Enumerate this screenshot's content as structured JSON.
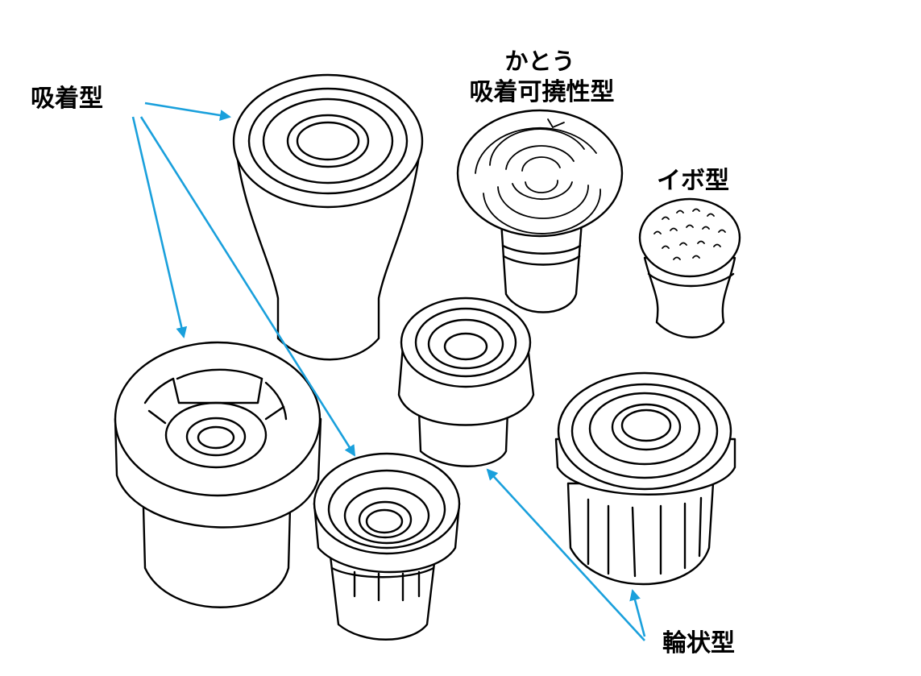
{
  "labels": {
    "suction": "吸着型",
    "flexible_reading": "かとう",
    "flexible": "吸着可撓性型",
    "wart": "イボ型",
    "ring": "輪状型"
  },
  "colors": {
    "arrow": "#1aa0dc",
    "line": "#000000",
    "background": "#ffffff"
  }
}
